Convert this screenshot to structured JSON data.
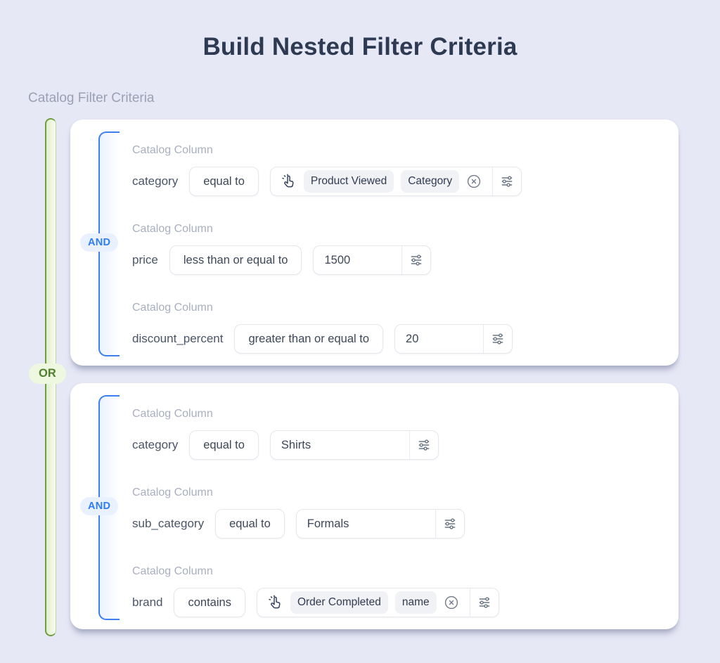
{
  "page": {
    "title": "Build Nested Filter Criteria",
    "section_label": "Catalog Filter Criteria",
    "or_label": "OR"
  },
  "colors": {
    "background": "#e7e8f6",
    "card": "#ffffff",
    "and_accent": "#2e7cf6",
    "or_accent": "#527f2d",
    "or_rail_border": "#6f9d3f",
    "bracket_blue": "#3d7ef2",
    "title_text": "#2e3a52",
    "muted_label": "#a9afbe"
  },
  "icons": {
    "value_picker": "tap-pointer-icon",
    "remove": "x-circle-icon",
    "adjust": "sliders-icon"
  },
  "groups": [
    {
      "connector": "AND",
      "rows": [
        {
          "label": "Catalog Column",
          "field": "category",
          "operator": "equal to",
          "value_type": "chips",
          "chips": [
            "Product Viewed",
            "Category"
          ]
        },
        {
          "label": "Catalog Column",
          "field": "price",
          "operator": "less than or equal to",
          "value_type": "text",
          "value": "1500"
        },
        {
          "label": "Catalog Column",
          "field": "discount_percent",
          "operator": "greater than or equal to",
          "value_type": "text",
          "value": "20"
        }
      ]
    },
    {
      "connector": "AND",
      "rows": [
        {
          "label": "Catalog Column",
          "field": "category",
          "operator": "equal to",
          "value_type": "text",
          "value": "Shirts"
        },
        {
          "label": "Catalog Column",
          "field": "sub_category",
          "operator": "equal to",
          "value_type": "text",
          "value": "Formals"
        },
        {
          "label": "Catalog Column",
          "field": "brand",
          "operator": "contains",
          "value_type": "chips",
          "chips": [
            "Order Completed",
            "name"
          ]
        }
      ]
    }
  ]
}
